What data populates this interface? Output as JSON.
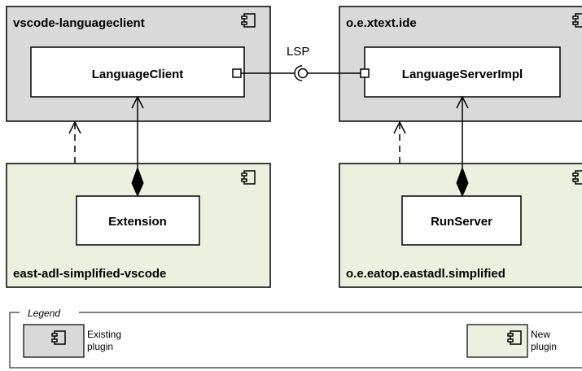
{
  "packages": {
    "vscode": {
      "title": "vscode-languageclient",
      "component": "LanguageClient"
    },
    "xtext": {
      "title": "o.e.xtext.ide",
      "component": "LanguageServerImpl"
    },
    "eastadl": {
      "title": "east-adl-simplified-vscode",
      "component": "Extension"
    },
    "eatop": {
      "title": "o.e.eatop.eastadl.simplified",
      "component": "RunServer"
    }
  },
  "interface": {
    "label": "LSP"
  },
  "legend": {
    "title": "Legend",
    "existing": {
      "line1": "Existing",
      "line2": "plugin"
    },
    "new": {
      "line1": "New",
      "line2": "plugin"
    }
  },
  "colors": {
    "existing_fill": "#d9d9d9",
    "new_fill": "#ebf1de",
    "stroke": "#000000",
    "component_fill": "#ffffff"
  }
}
